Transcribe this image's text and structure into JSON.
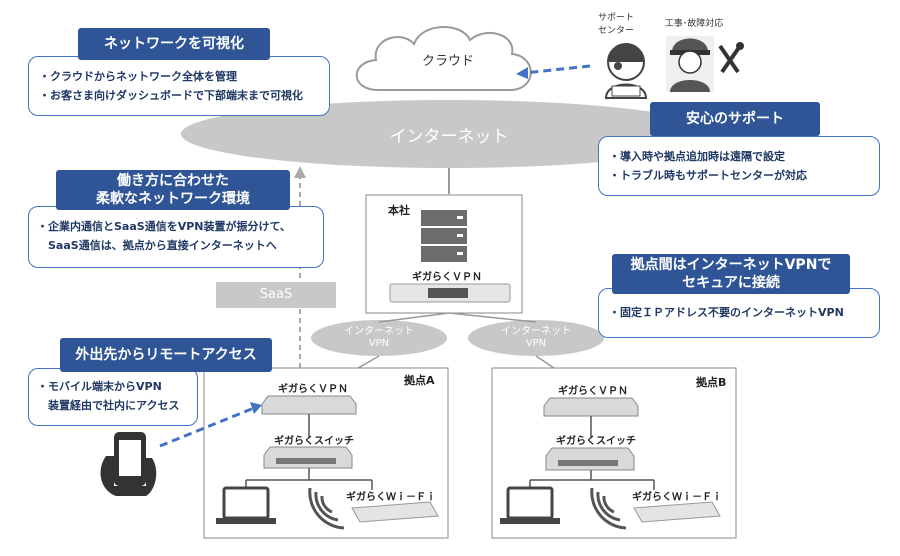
{
  "cloud": {
    "label": "クラウド"
  },
  "internet": {
    "label": "インターネット"
  },
  "support_center": {
    "label_line1": "サポート",
    "label_line2": "センター"
  },
  "engineer": {
    "label": "工事･故障対応"
  },
  "saas": {
    "label": "SaaS"
  },
  "vpn_left": {
    "line1": "インターネット",
    "line2": "VPN"
  },
  "vpn_right": {
    "line1": "インターネット",
    "line2": "VPN"
  },
  "hq": {
    "label": "本社",
    "vpn_label": "ギガらくＶＰＮ"
  },
  "site_a": {
    "label": "拠点A",
    "vpn_label": "ギガらくＶＰＮ",
    "switch_label": "ギガらくスイッチ",
    "wifi_label": "ギガらくＷｉ－Ｆｉ"
  },
  "site_b": {
    "label": "拠点B",
    "vpn_label": "ギガらくＶＰＮ",
    "switch_label": "ギガらくスイッチ",
    "wifi_label": "ギガらくＷｉ－Ｆｉ"
  },
  "callouts": {
    "visualize": {
      "title": "ネットワークを可視化",
      "lines": [
        "・クラウドからネットワーク全体を管理",
        "・お客さま向けダッシュボードで下部端末まで可視化"
      ]
    },
    "flexible": {
      "title_line1": "働き方に合わせた",
      "title_line2": "柔軟なネットワーク環境",
      "lines": [
        "・企業内通信とSaaS通信をVPN装置が振分けて、",
        "　SaaS通信は、拠点から直接インターネットへ"
      ]
    },
    "remote": {
      "title": "外出先からリモートアクセス",
      "lines": [
        "・モバイル端末からVPN",
        "　装置経由で社内にアクセス"
      ]
    },
    "support": {
      "title": "安心のサポート",
      "lines": [
        "・導入時や拠点追加時は遠隔で設定",
        "・トラブル時もサポートセンターが対応"
      ]
    },
    "secure": {
      "title_line1": "拠点間はインターネットVPNで",
      "title_line2": "セキュアに接続",
      "lines": [
        "・固定ＩＰアドレス不要のインターネットVPN"
      ]
    }
  },
  "colors": {
    "callout_blue": "#2f5597",
    "border_blue": "#4472c4",
    "ellipse_gray": "#c8c8c8",
    "dashed": "#4472c4"
  }
}
